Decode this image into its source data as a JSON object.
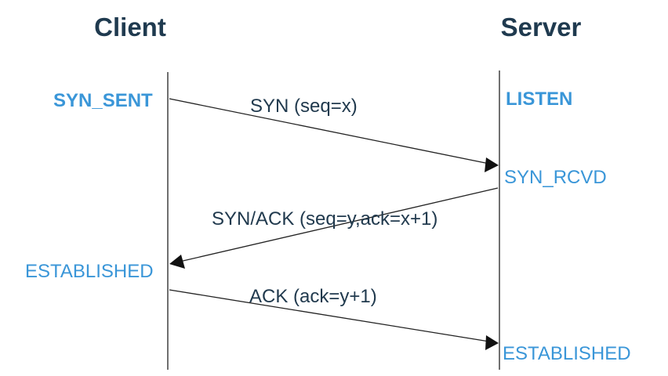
{
  "colors": {
    "state_text": "#3a96d8",
    "title_text": "#1f3a4f",
    "message_text": "#213a4e",
    "lines": "#222222"
  },
  "titles": {
    "client": "Client",
    "server": "Server"
  },
  "states": {
    "client_syn_sent": "SYN_SENT",
    "client_established": "ESTABLISHED",
    "server_listen": "LISTEN",
    "server_syn_rcvd": "SYN_RCVD",
    "server_established": "ESTABLISHED"
  },
  "messages": {
    "syn": "SYN (seq=x)",
    "syn_ack": "SYN/ACK (seq=y,ack=x+1)",
    "ack": "ACK (ack=y+1)"
  }
}
